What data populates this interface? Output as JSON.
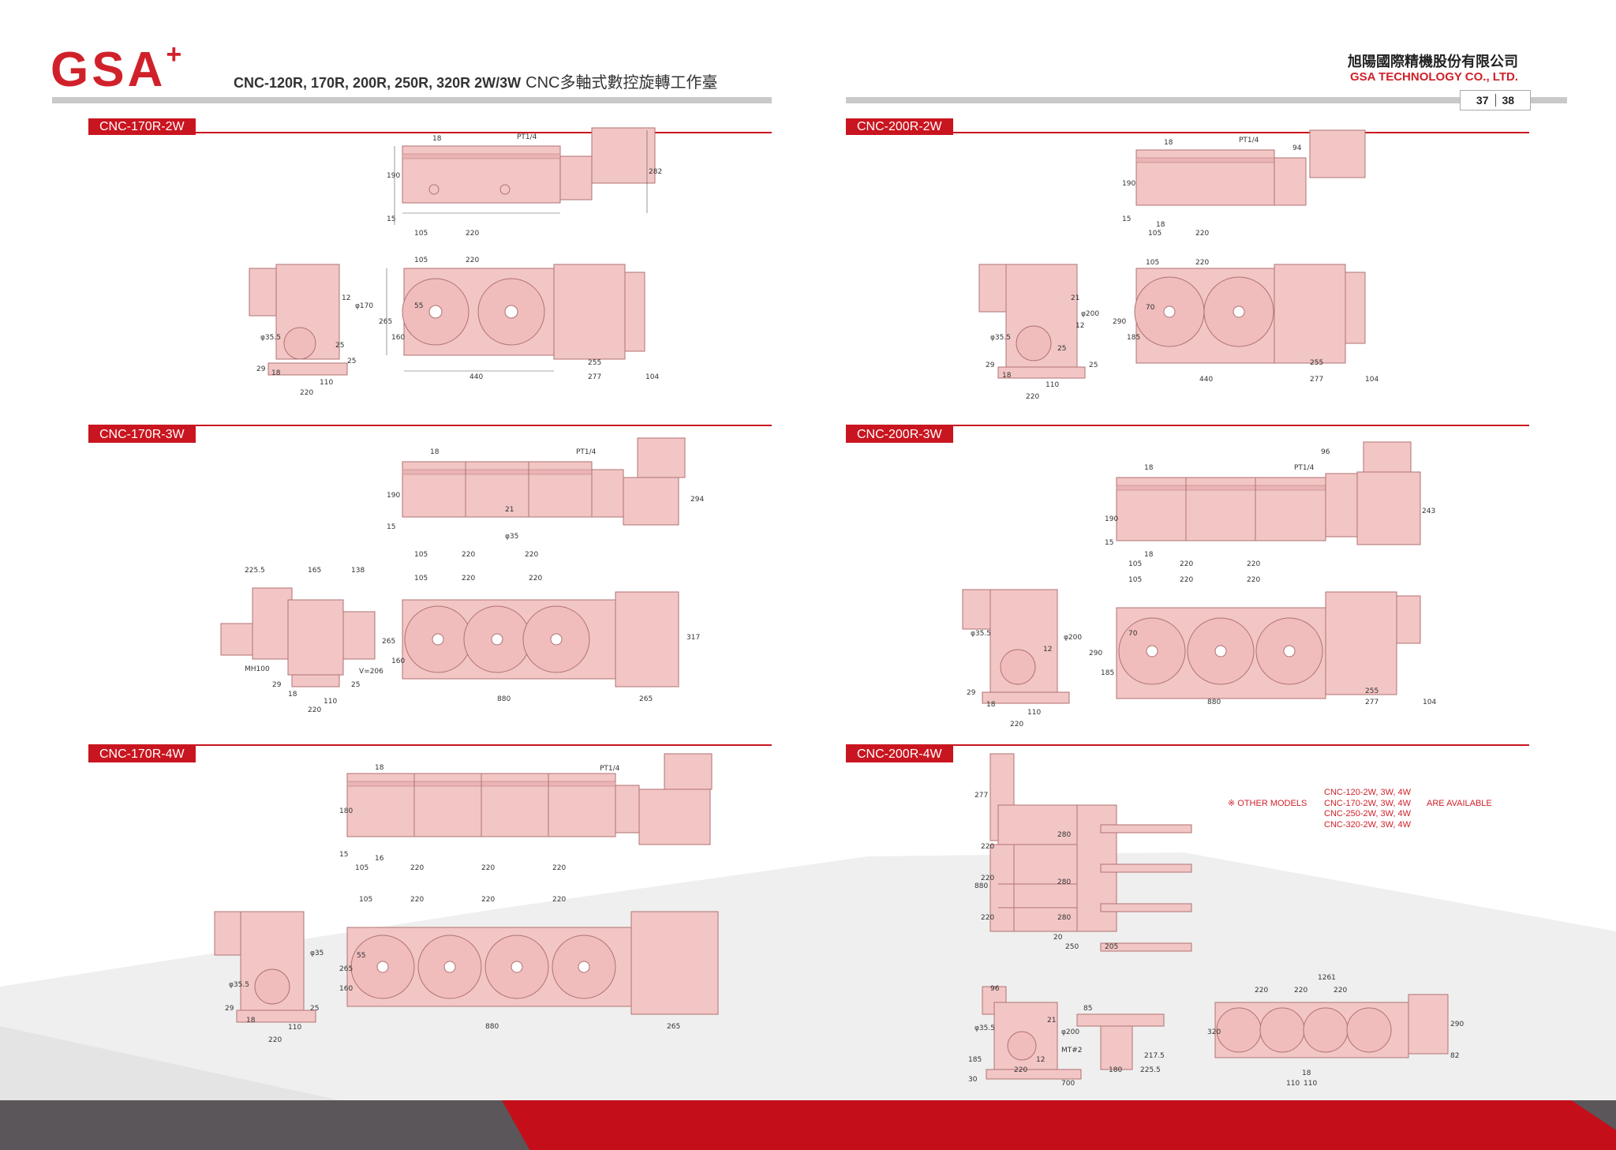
{
  "header": {
    "logo_text": "GSA",
    "logo_mark": "+",
    "title_en": "CNC-120R, 170R, 200R, 250R, 320R 2W/3W",
    "title_zh": "CNC多軸式數控旋轉工作臺",
    "company_zh": "旭陽國際精機股份有限公司",
    "company_en": "GSA TECHNOLOGY CO., LTD.",
    "page_left": "37",
    "page_right": "38"
  },
  "sections": {
    "s170_2w": "CNC-170R-2W",
    "s170_3w": "CNC-170R-3W",
    "s170_4w": "CNC-170R-4W",
    "s200_2w": "CNC-200R-2W",
    "s200_3w": "CNC-200R-3W",
    "s200_4w": "CNC-200R-4W"
  },
  "note": {
    "prefix": "※ OTHER MODELS",
    "models": [
      "CNC-120-2W, 3W, 4W",
      "CNC-170-2W, 3W, 4W",
      "CNC-250-2W, 3W, 4W",
      "CNC-320-2W, 3W, 4W"
    ],
    "suffix": "ARE AVAILABLE"
  },
  "dims": {
    "a": {
      "top": [
        "18",
        "PT1/4",
        "190",
        "15",
        "282",
        "105",
        "220"
      ],
      "front": [
        "105",
        "220",
        "55",
        "265",
        "160",
        "440",
        "255",
        "277",
        "104"
      ],
      "side": [
        "φ35.5",
        "φ170",
        "25",
        "29",
        "18",
        "110",
        "220",
        "12",
        "25"
      ]
    },
    "b": {
      "top": [
        "18",
        "PT1/4",
        "190",
        "15",
        "105",
        "220",
        "220",
        "21",
        "φ35",
        "294"
      ],
      "front": [
        "105",
        "220",
        "220",
        "265",
        "160",
        "880",
        "265",
        "317"
      ],
      "side": [
        "225.5",
        "165",
        "138",
        "MH100",
        "V=206",
        "29",
        "18",
        "110",
        "220",
        "25"
      ]
    },
    "c": {
      "top": [
        "18",
        "PT1/4",
        "180",
        "15",
        "105",
        "220",
        "220",
        "220",
        "16"
      ],
      "front": [
        "105",
        "220",
        "220",
        "220",
        "55",
        "265",
        "160",
        "880",
        "265"
      ],
      "side": [
        "φ35.5",
        "29",
        "18",
        "110",
        "220",
        "25",
        "φ35"
      ]
    },
    "d": {
      "top": [
        "18",
        "PT1/4",
        "94",
        "190",
        "15",
        "105",
        "220",
        "18"
      ],
      "front": [
        "105",
        "220",
        "290",
        "185",
        "440",
        "255",
        "277",
        "104",
        "70"
      ],
      "side": [
        "φ35.5",
        "φ200",
        "21",
        "12",
        "25",
        "29",
        "18",
        "110",
        "220",
        "25"
      ]
    },
    "e": {
      "top": [
        "18",
        "PT1/4",
        "96",
        "190",
        "15",
        "105",
        "220",
        "220",
        "243",
        "18"
      ],
      "front": [
        "105",
        "220",
        "220",
        "70",
        "290",
        "185",
        "880",
        "255",
        "277",
        "104"
      ],
      "side": [
        "φ35.5",
        "φ200",
        "12",
        "29",
        "18",
        "110",
        "220"
      ]
    },
    "f": {
      "top": [
        "277",
        "880",
        "220",
        "220",
        "220",
        "280",
        "280",
        "280",
        "20",
        "250",
        "205"
      ],
      "bottom": [
        "96",
        "φ35.5",
        "φ200",
        "21",
        "12",
        "85",
        "MT#2",
        "185",
        "217.5",
        "30",
        "220",
        "180",
        "225.5",
        "700"
      ],
      "front": [
        "1261",
        "220",
        "220",
        "220",
        "320",
        "290",
        "82",
        "18",
        "110",
        "110"
      ]
    }
  },
  "colors": {
    "accent": "#c9151f",
    "part": "#f3c6c6",
    "part_edge": "#b07272",
    "rule": "#c9c9c9",
    "bottom_dark": "#5a5659"
  }
}
